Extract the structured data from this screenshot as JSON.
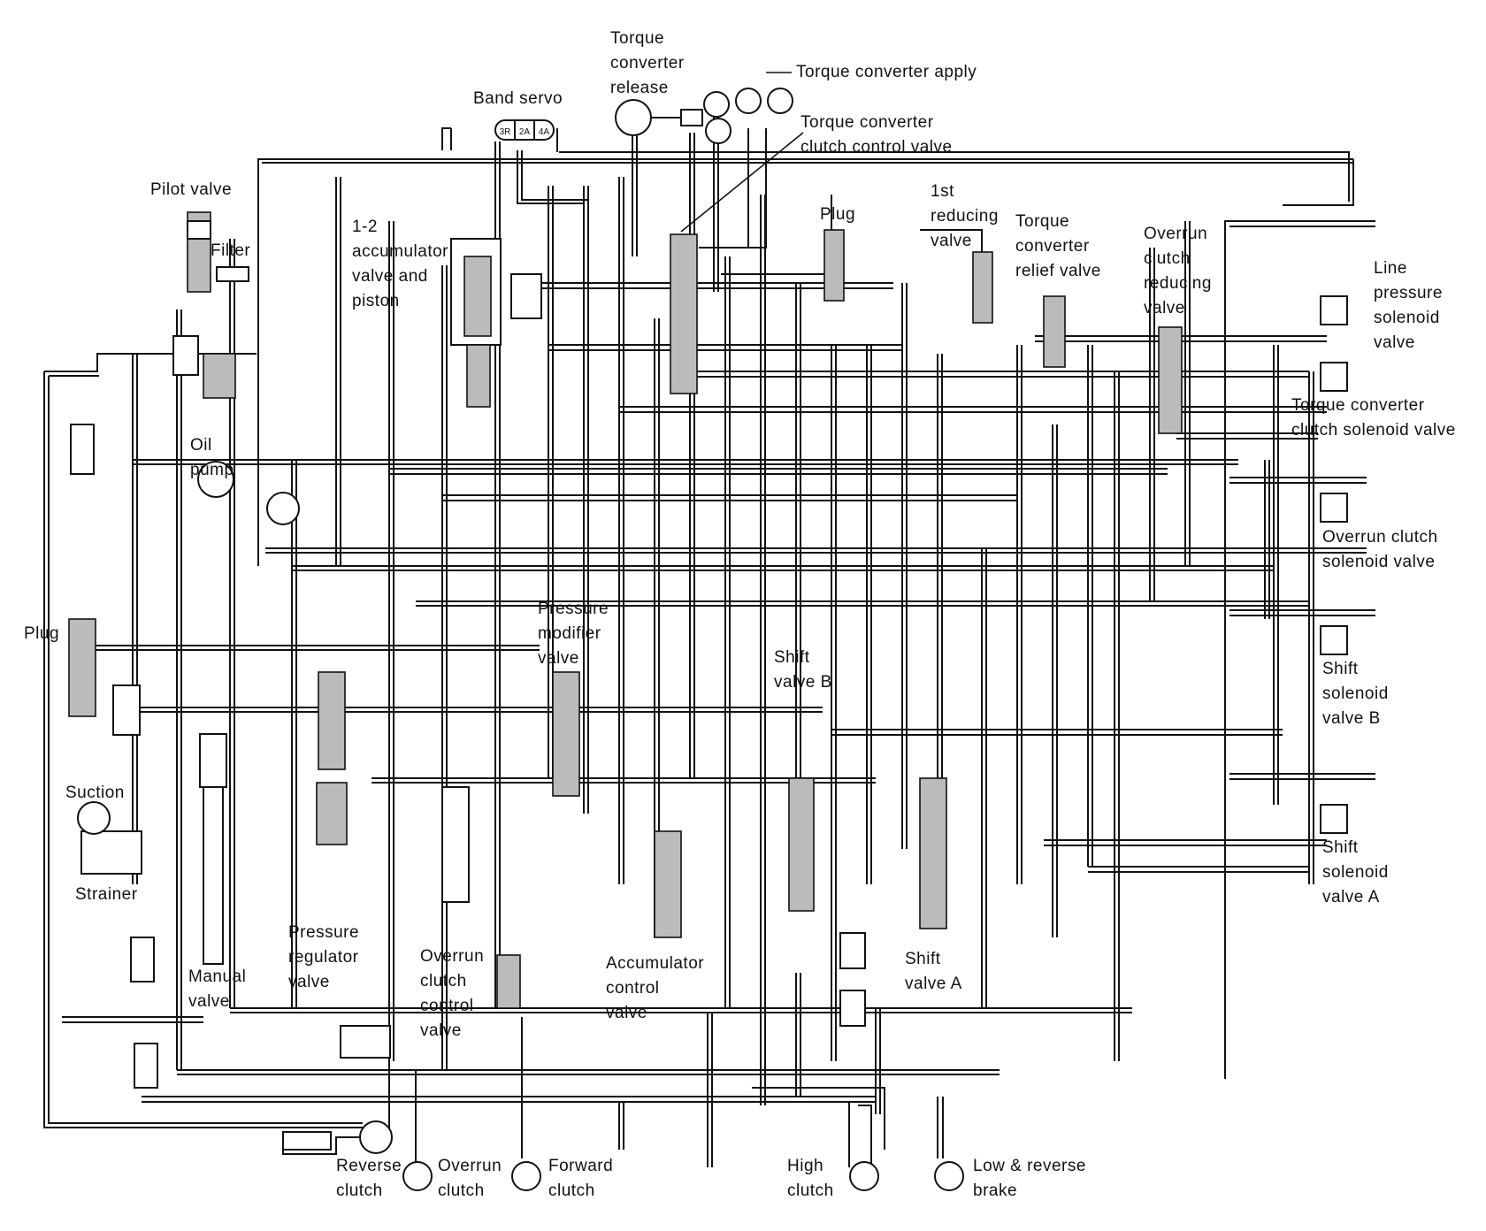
{
  "labels": {
    "tc_release": "Torque\nconverter\nrelease",
    "tc_apply": "Torque converter apply",
    "band_servo": "Band servo",
    "band_servo_ports": [
      "3R",
      "2A",
      "4A"
    ],
    "tcc_control_valve": "Torque converter\nclutch control valve",
    "pilot_valve": "Pilot valve",
    "filter": "Filter",
    "accumulator_12": "1-2\naccumulator\nvalve and\npiston",
    "plug_top": "Plug",
    "first_reducing": "1st\nreducing\nvalve",
    "tc_relief": "Torque\nconverter\nrelief valve",
    "overrun_reducing": "Overrun\nclutch\nreducing\nvalve",
    "line_pressure_solenoid": "Line\npressure\nsolenoid\nvalve",
    "tcc_solenoid": "Torque converter\nclutch solenoid valve",
    "oil_pump": "Oil\npump",
    "overrun_solenoid": "Overrun clutch\nsolenoid valve",
    "plug_left": "Plug",
    "pressure_modifier": "Pressure\nmodifier\nvalve",
    "shift_valve_b": "Shift\nvalve B",
    "shift_solenoid_b": "Shift\nsolenoid\nvalve B",
    "suction": "Suction",
    "strainer": "Strainer",
    "shift_solenoid_a": "Shift\nsolenoid\nvalve A",
    "pressure_regulator": "Pressure\nregulator\nvalve",
    "manual_valve": "Manual\nvalve",
    "overrun_control": "Overrun\nclutch\ncontrol\nvalve",
    "accumulator_control": "Accumulator\ncontrol\nvalve",
    "shift_valve_a": "Shift\nvalve A",
    "reverse_clutch": "Reverse\nclutch",
    "overrun_clutch": "Overrun\nclutch",
    "forward_clutch": "Forward\nclutch",
    "high_clutch": "High\nclutch",
    "low_reverse_brake": "Low & reverse\nbrake"
  }
}
